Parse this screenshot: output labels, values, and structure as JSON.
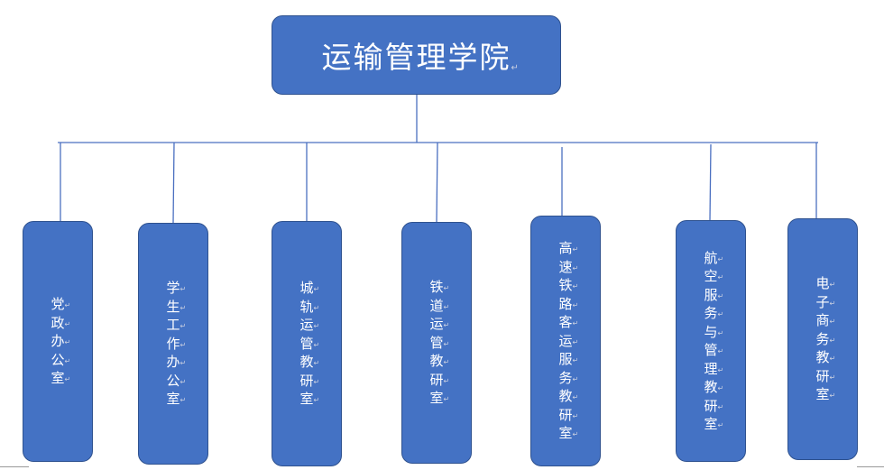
{
  "org_chart": {
    "root": {
      "label": "运输管理学院"
    },
    "departments": [
      {
        "id": "dangzheng",
        "label": "党政办公室"
      },
      {
        "id": "xuesheng",
        "label": "学生工作办公室"
      },
      {
        "id": "chenggui",
        "label": "城轨运管教研室"
      },
      {
        "id": "tiedao",
        "label": "铁道运管教研室"
      },
      {
        "id": "gaosu",
        "label": "高速铁路客运服务教研室"
      },
      {
        "id": "hangkong",
        "label": "航空服务与管理教研室"
      },
      {
        "id": "dianzi",
        "label": "电子商务教研室"
      }
    ]
  },
  "style": {
    "box_fill": "#4472c4",
    "box_border": "#2f528f",
    "connector": "#4a6fc0",
    "text": "#ffffff"
  }
}
